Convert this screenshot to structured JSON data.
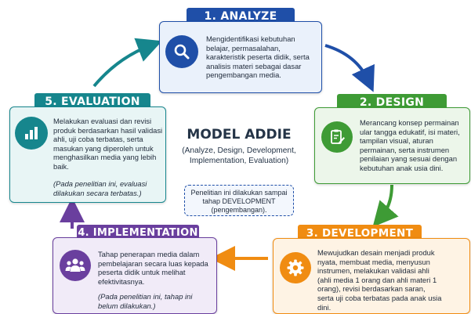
{
  "center": {
    "title": "MODEL ADDIE",
    "subtitle": "(Analyze, Design, Development, Implementation, Evaluation)",
    "scope_note": "Penelitian ini dilakukan sampai tahap DEVELOPMENT (pengembangan)."
  },
  "stages": {
    "analyze": {
      "label": "1. ANALYZE",
      "icon": "magnifier-icon",
      "color": "#1f4fa8",
      "text": "Mengidentifikasi kebutuhan belajar, permasalahan, karakteristik peserta didik, serta analisis materi sebagai dasar pengembangan media."
    },
    "design": {
      "label": "2. DESIGN",
      "icon": "clipboard-pencil-icon",
      "color": "#3e9b35",
      "text": "Merancang konsep permainan ular tangga edukatif, isi materi, tampilan visual, aturan permainan, serta instrumen penilaian yang sesuai dengan kebutuhan anak usia dini."
    },
    "development": {
      "label": "3. DEVELOPMENT",
      "icon": "gear-icon",
      "color": "#f08c12",
      "text": "Mewujudkan desain menjadi produk nyata, membuat media, menyusun instrumen, melakukan validasi ahli (ahli media 1 orang dan ahli materi 1 orang), revisi berdasarkan saran, serta uji coba terbatas pada anak usia dini."
    },
    "implementation": {
      "label": "4. IMPLEMENTATION",
      "icon": "group-icon",
      "color": "#6a3f9e",
      "text": "Tahap penerapan media dalam pembelajaran secara luas kepada peserta didik untuk melihat efektivitasnya.",
      "note": "(Pada penelitian ini, tahap ini belum dilakukan.)"
    },
    "evaluation": {
      "label": "5. EVALUATION",
      "icon": "bar-chart-icon",
      "color": "#16868d",
      "text": "Melakukan evaluasi dan revisi produk berdasarkan hasil validasi ahli, uji coba terbatas, serta masukan yang diperoleh untuk menghasilkan media yang lebih baik.",
      "note": "(Pada penelitian ini, evaluasi dilakukan secara terbatas.)"
    }
  }
}
